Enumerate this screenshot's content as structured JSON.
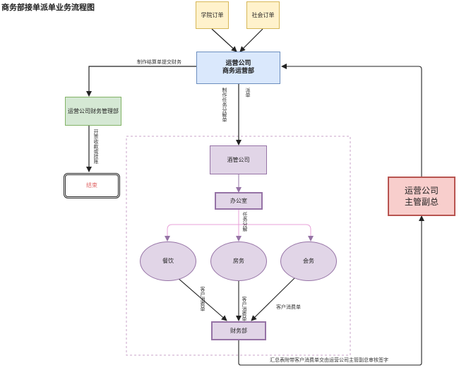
{
  "title": "商务部接单派单业务流程图",
  "nodes": {
    "college_order": "学院订单",
    "social_order": "社会订单",
    "ops_line1": "运营公司",
    "ops_line2": "商务运营部",
    "finance_mgmt": "运营公司财务管理部",
    "end": "结束",
    "wine_company": "酒管公司",
    "office": "办公室",
    "dining": "餐饮",
    "rooms": "房务",
    "conference": "会务",
    "finance_dept": "财务部",
    "vp_line1": "运营公司",
    "vp_line2": "主管副总"
  },
  "edge_labels": {
    "settlement": "制作结算单提交财务",
    "invoice": "开票收款或挂账",
    "task_split_submit": "制作任务分解单",
    "dispatch": "派单",
    "task_split": "任务分解",
    "bill_dining": "客户消费单",
    "bill_rooms": "客户消费单",
    "bill_conference": "客户消费单",
    "summary": "汇总表附带客户消费单交由运营公司主管副总审核签字"
  },
  "colors": {
    "order_fill": "#fff2cc",
    "ops_fill": "#dae8fc",
    "finance_mgmt_fill": "#d5e8d4",
    "purple_fill": "#e1d5e7",
    "vp_fill": "#f8cecc",
    "purple_stroke": "#9673a6",
    "arrow": "#222222"
  }
}
